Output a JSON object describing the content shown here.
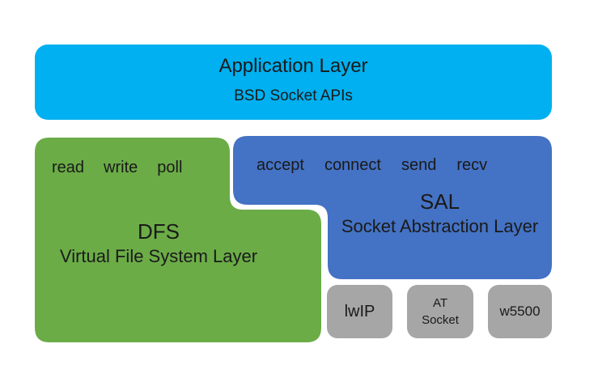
{
  "colors": {
    "application": "#00b0f0",
    "dfs": "#6bac47",
    "sal": "#4472c4",
    "implementation": "#a6a6a6",
    "text": "#1a1a1a",
    "background": "#ffffff"
  },
  "application_layer": {
    "title": "Application Layer",
    "subtitle": "BSD Socket APIs"
  },
  "dfs": {
    "functions": [
      "read",
      "write",
      "poll"
    ],
    "abbr": "DFS",
    "name": "Virtual File System Layer"
  },
  "sal": {
    "functions": [
      "accept",
      "connect",
      "send",
      "recv"
    ],
    "abbr": "SAL",
    "name": "Socket Abstraction Layer"
  },
  "implementations": [
    {
      "label": "lwIP"
    },
    {
      "label": "AT\nSocket"
    },
    {
      "label": "w5500"
    }
  ]
}
